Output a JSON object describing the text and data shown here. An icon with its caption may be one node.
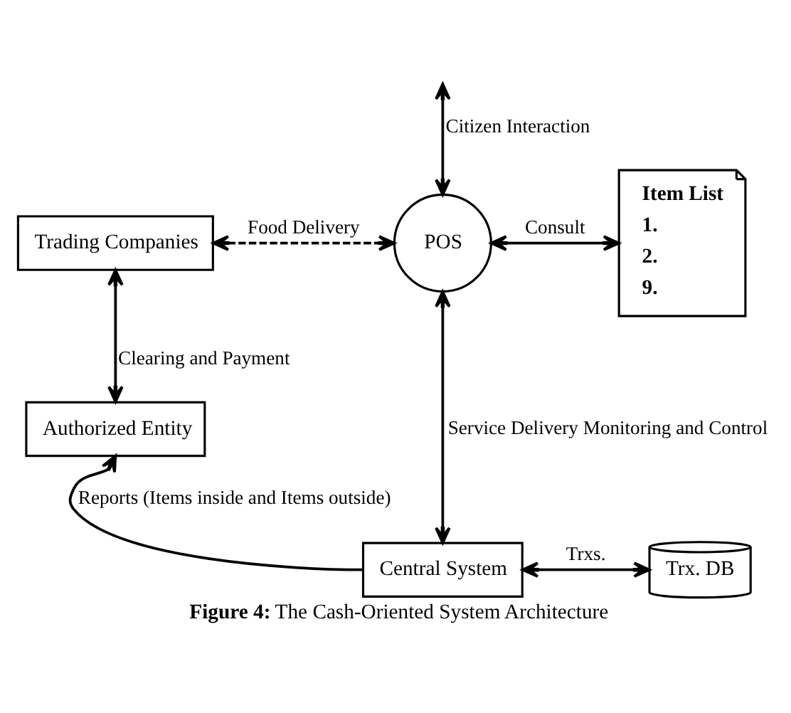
{
  "diagram": {
    "caption": "**Figure 4:** The Cash-Oriented System Architecture",
    "nodes": [
      {
        "text": [
          "Trading Companies"
        ]
      },
      {
        "text": [
          "POS"
        ]
      },
      {
        "text": [
          "Item List",
          "1.",
          "2.",
          "9."
        ]
      },
      {
        "text": [
          "Authorized Entity"
        ]
      },
      {
        "text": [
          "Central System"
        ]
      },
      {
        "text": [
          "Trx. DB"
        ]
      }
    ],
    "edges": [
      {
        "from": null,
        "to": 1,
        "arrow": "both",
        "label": "Citizen Interaction"
      },
      {
        "from": 0,
        "to": 1,
        "arrow": "both",
        "label": "Food Delivery",
        "style": "dashed"
      },
      {
        "from": 1,
        "to": 2,
        "arrow": "both",
        "label": "Consult"
      },
      {
        "from": 0,
        "to": 3,
        "arrow": "both",
        "label": "Clearing and Payment"
      },
      {
        "from": 1,
        "to": 4,
        "arrow": "both",
        "label": "Service Delivery Monitoring and Control"
      },
      {
        "from": 4,
        "to": 3,
        "arrow": "to",
        "label": "Reports (Items inside and Items outside)"
      },
      {
        "from": 4,
        "to": 5,
        "arrow": "both",
        "label": "Trxs."
      }
    ]
  }
}
